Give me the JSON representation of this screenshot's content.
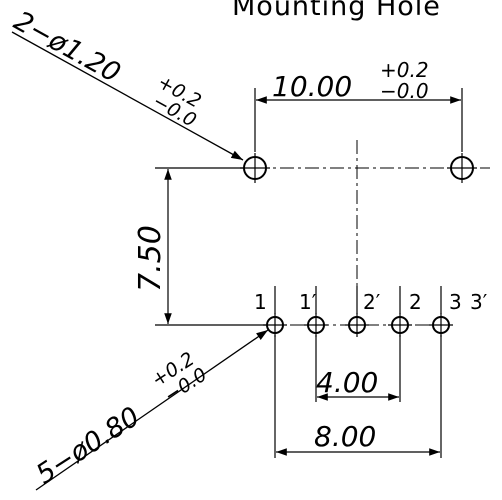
{
  "title": "Mounting  Hole",
  "large_holes": {
    "callout_prefix": "2−ø1.20",
    "tol_plus": "+0.2",
    "tol_minus": "−0.0"
  },
  "small_holes": {
    "callout_prefix": "5−ø0.80",
    "tol_plus": "+0.2",
    "tol_minus": "−0.0"
  },
  "dimensions": {
    "span_large": "10.00",
    "span_large_plus": "+0.2",
    "span_large_minus": "−0.0",
    "vertical": "7.50",
    "inner_pitch": "4.00",
    "outer_pitch": "8.00"
  },
  "pin_labels": [
    "1",
    "1′",
    "2′",
    "2",
    "3",
    "3′"
  ]
}
